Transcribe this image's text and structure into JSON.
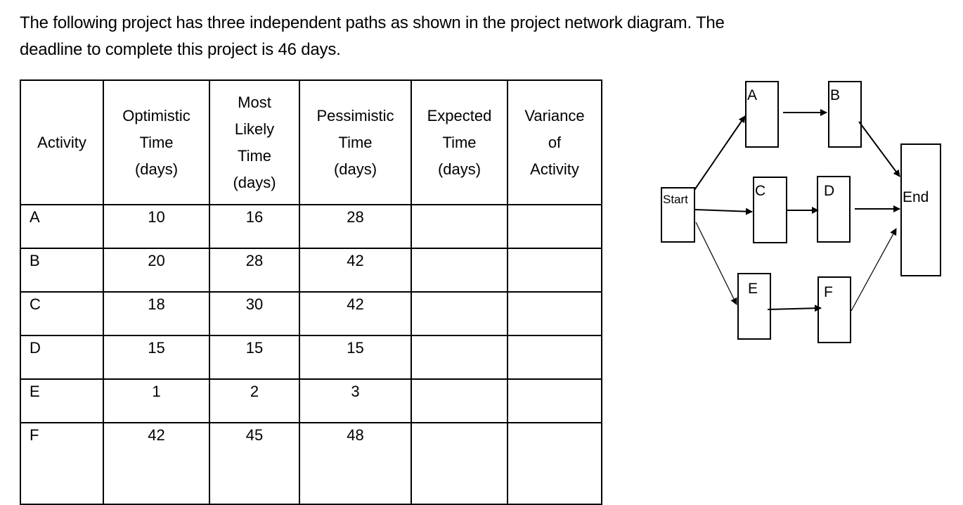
{
  "intro": {
    "line1": "The following project has three independent paths as shown in the project network diagram. The",
    "line2": "deadline to complete this project is 46 days."
  },
  "table": {
    "headers": [
      [
        "Activity"
      ],
      [
        "Optimistic",
        "Time",
        "(days)"
      ],
      [
        "Most",
        "Likely",
        "Time",
        "(days)"
      ],
      [
        "Pessimistic",
        "Time",
        "(days)"
      ],
      [
        "Expected",
        "Time",
        "(days)"
      ],
      [
        "Variance",
        "of",
        "Activity"
      ]
    ],
    "rows": [
      {
        "activity": "A",
        "optimistic": "10",
        "most_likely": "16",
        "pessimistic": "28",
        "expected": "",
        "variance": ""
      },
      {
        "activity": "B",
        "optimistic": "20",
        "most_likely": "28",
        "pessimistic": "42",
        "expected": "",
        "variance": ""
      },
      {
        "activity": "C",
        "optimistic": "18",
        "most_likely": "30",
        "pessimistic": "42",
        "expected": "",
        "variance": ""
      },
      {
        "activity": "D",
        "optimistic": "15",
        "most_likely": "15",
        "pessimistic": "15",
        "expected": "",
        "variance": ""
      },
      {
        "activity": "E",
        "optimistic": "1",
        "most_likely": "2",
        "pessimistic": "3",
        "expected": "",
        "variance": ""
      },
      {
        "activity": "F",
        "optimistic": "42",
        "most_likely": "45",
        "pessimistic": "48",
        "expected": "",
        "variance": ""
      }
    ]
  },
  "diagram": {
    "nodes": {
      "start": "Start",
      "a": "A",
      "b": "B",
      "c": "C",
      "d": "D",
      "e": "E",
      "f": "F",
      "end": "End"
    },
    "paths": [
      [
        "Start",
        "A",
        "B",
        "End"
      ],
      [
        "Start",
        "C",
        "D",
        "End"
      ],
      [
        "Start",
        "E",
        "F",
        "End"
      ]
    ]
  }
}
